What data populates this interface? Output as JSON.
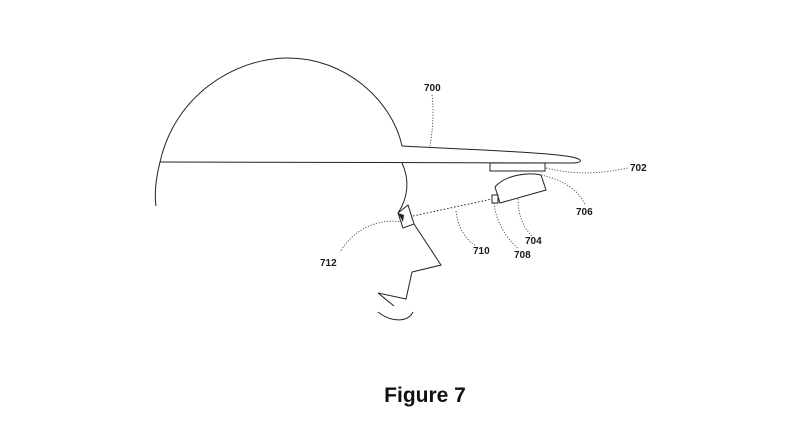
{
  "figure": {
    "caption": "Figure 7",
    "labels": {
      "cap": "700",
      "mount": "702",
      "housing": "704",
      "curve": "706",
      "lens": "708",
      "sightline": "710",
      "eye": "712"
    }
  }
}
